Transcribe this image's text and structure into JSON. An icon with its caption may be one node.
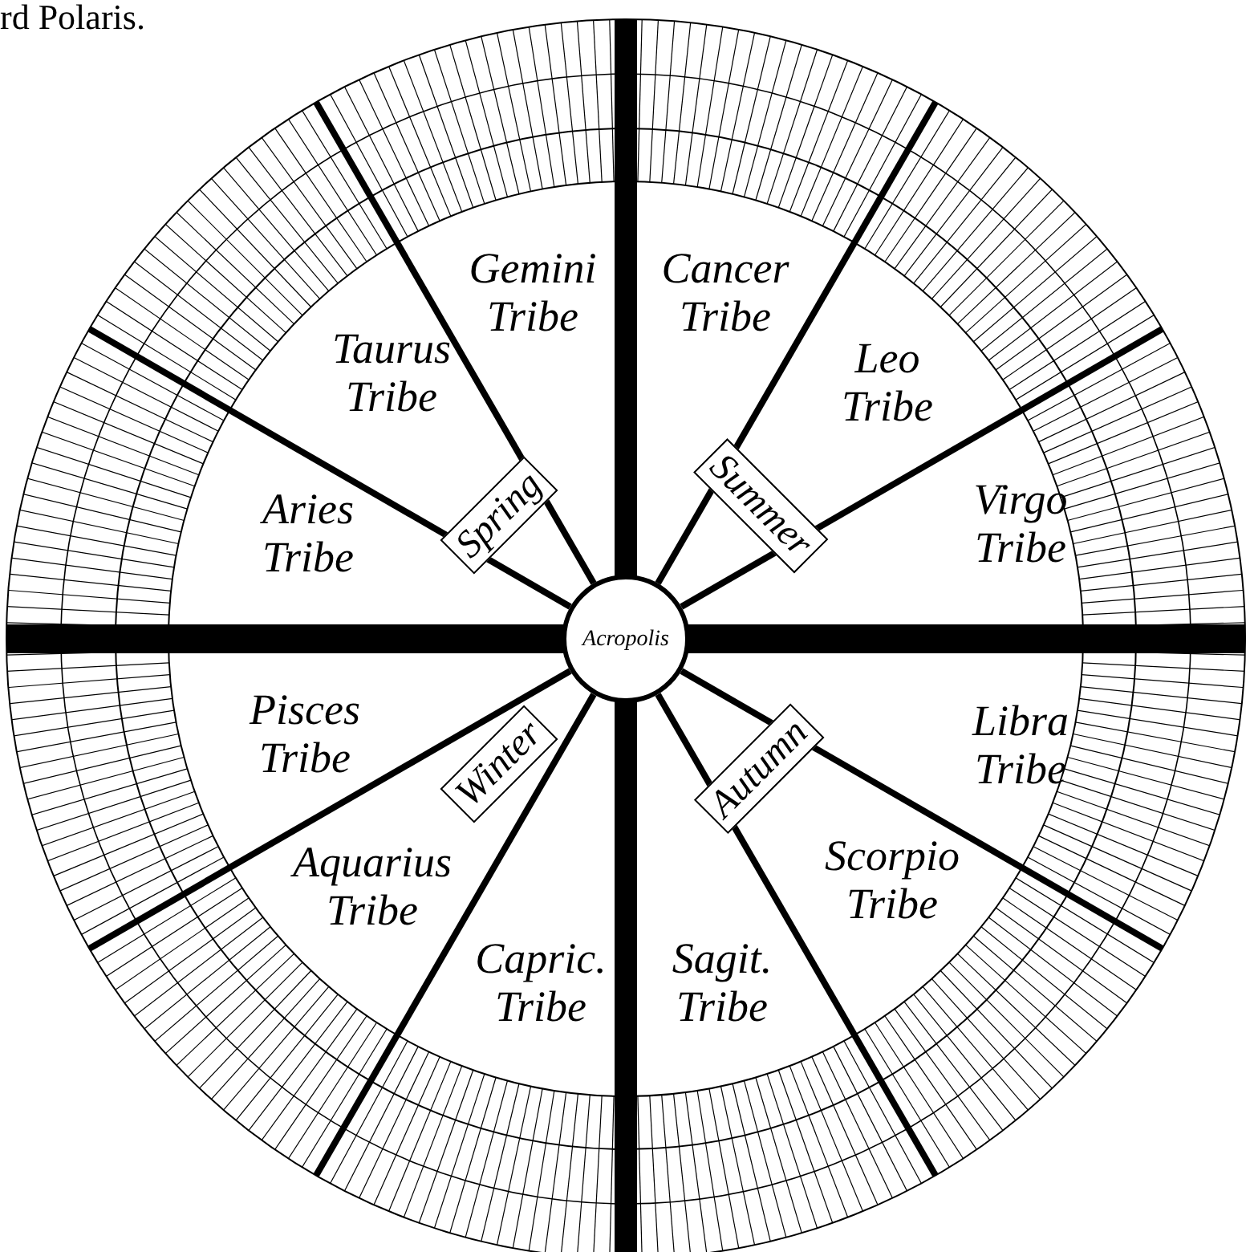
{
  "diagram": {
    "nodes": [
      {
        "text": [
          "Spring"
        ]
      },
      {
        "text": [
          "Summer"
        ]
      },
      {
        "text": [
          "Acropolis"
        ]
      },
      {
        "text": [
          "Winter"
        ]
      },
      {
        "text": [
          "Autumn"
        ]
      }
    ],
    "labels": [
      "rd Polaris.",
      "Gemini Tribe",
      "Cancer Tribe",
      "Taurus Tribe",
      "Leo Tribe",
      "Aries Tribe",
      "Virgo Tribe",
      "Pisces Tribe",
      "Libra Tribe",
      "Aquarius Tribe",
      "Scorpio Tribe",
      "Capric. Tribe",
      "Sagit. Tribe"
    ]
  }
}
